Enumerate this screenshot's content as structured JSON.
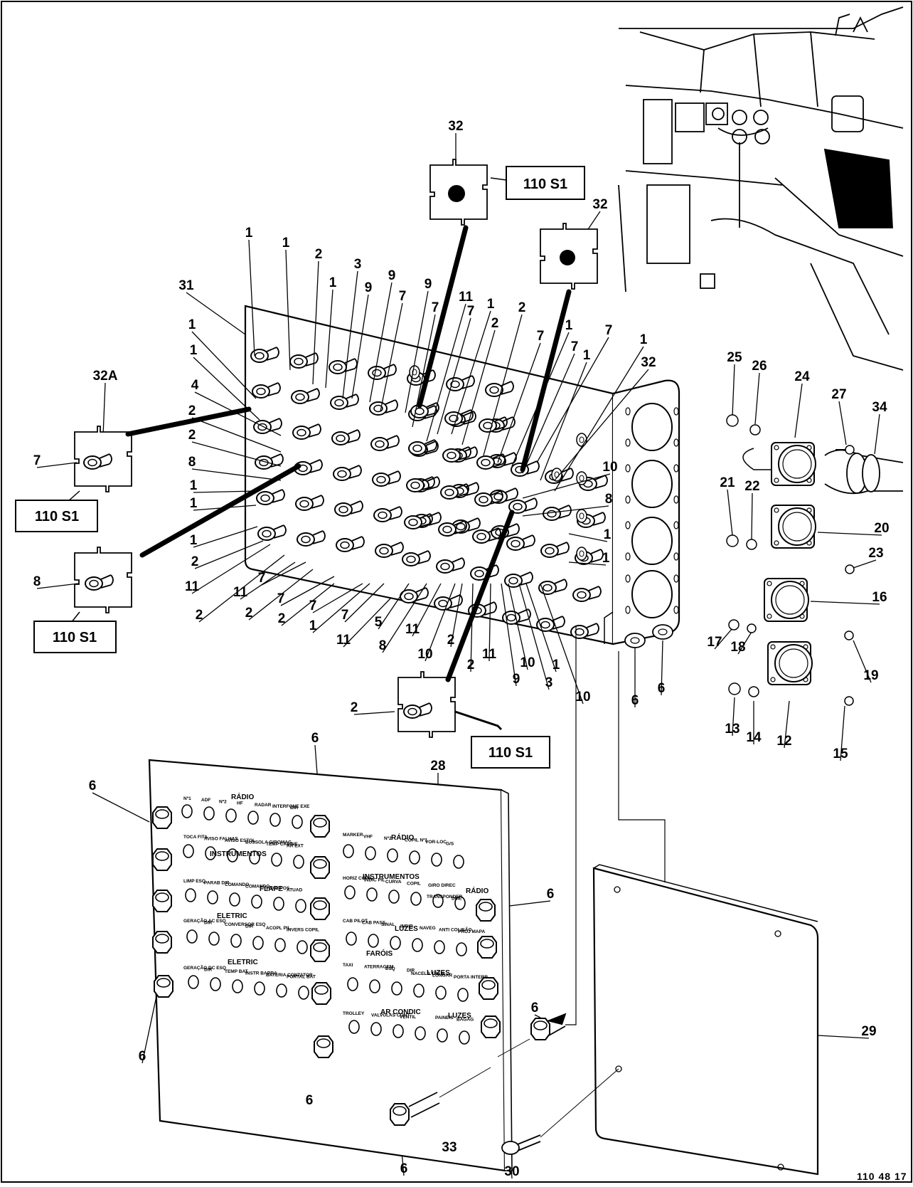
{
  "drawing": {
    "doc_number": "110 48 17",
    "ref_label": "110 S1",
    "callouts": {
      "c1": "1",
      "c2": "2",
      "c3": "3",
      "c4": "4",
      "c5": "5",
      "c6": "6",
      "c7": "7",
      "c8": "8",
      "c9": "9",
      "c10": "10",
      "c11": "11",
      "c12": "12",
      "c13": "13",
      "c14": "14",
      "c15": "15",
      "c16": "16",
      "c17": "17",
      "c18": "18",
      "c19": "19",
      "c20": "20",
      "c21": "21",
      "c22": "22",
      "c23": "23",
      "c24": "24",
      "c25": "25",
      "c26": "26",
      "c27": "27",
      "c28": "28",
      "c29": "29",
      "c30": "30",
      "c31": "31",
      "c32": "32",
      "c32a": "32A",
      "c33": "33",
      "c34": "34"
    },
    "panel_left": {
      "radio_header": "RÁDIO",
      "radio_labels": [
        "Nº1",
        "ADF",
        "Nº2",
        "HF",
        "RADAR",
        "INTERFONE EXE",
        "DIR"
      ],
      "instr_header": "INSTRUMENTOS",
      "instr_labels": [
        "TOCA FITA",
        "AVISO FALHAS",
        "AVISO ESTOL",
        "BUSSOLA GIROMAG",
        "TEMP CABINE",
        "AR EXT"
      ],
      "flape_header": "FLAPE",
      "flape_labels": [
        "LIMP ESQ",
        "PARAB DIR",
        "COMANDO",
        "COMANDO",
        "INDIC POS",
        "ATUAD"
      ],
      "eletric1_header": "ELETRIC",
      "eletric1_labels": [
        "GERAÇÃO AC ESQ",
        "DIR",
        "CONVERSOR ESQ",
        "DIR",
        "ACOPL PIL",
        "INVERS COPIL"
      ],
      "eletric2_header": "ELETRIC",
      "eletric2_labels": [
        "GERAÇÃO DC ESQ",
        "DIR",
        "TEMP BAT",
        "INSTR BARRA",
        "BATERIA CONTATOR",
        "PORTAL BAT"
      ]
    },
    "panel_right": {
      "radio_header": "RÁDIO",
      "radio_labels": [
        "MARKER",
        "VHF",
        "Nº2",
        "COPIL Nº1",
        "VOR-LOC",
        "G/S"
      ],
      "instr_header": "INSTRUMENTOS",
      "instr_labels": [
        "HORIZ COPIL",
        "INDIC PIL",
        "CURVA",
        "COPIL",
        "GIRO DIREC"
      ],
      "radio2_header": "RÁDIO",
      "radio2_labels": [
        "TRANSPONDER",
        "DME"
      ],
      "luzes1_header": "LUZES",
      "luzes1_labels": [
        "CAB PILOT",
        "CAB PASS",
        "SINAL",
        "INDIR",
        "NAVEG",
        "ANTI COLISÃO",
        "PROJ MAPA"
      ],
      "farois_header": "FARÓIS",
      "farois_labels": [
        "TAXI",
        "ATERRAGEM",
        "ESQ",
        "DIR"
      ],
      "luzes2_header": "LUZES",
      "luzes2_labels": [
        "NACELA TREM",
        "LONGAR",
        "PORTA INTERR"
      ],
      "arcond_header": "AR CONDIC",
      "arcond_labels": [
        "TROLLEY",
        "VALVULAS CONT",
        "VENTIL"
      ],
      "luzes3_header": "LUZES",
      "luzes3_labels": [
        "PAINEIS",
        "BAGAG"
      ]
    }
  },
  "colors": {
    "ink": "#000000",
    "paper": "#ffffff"
  }
}
